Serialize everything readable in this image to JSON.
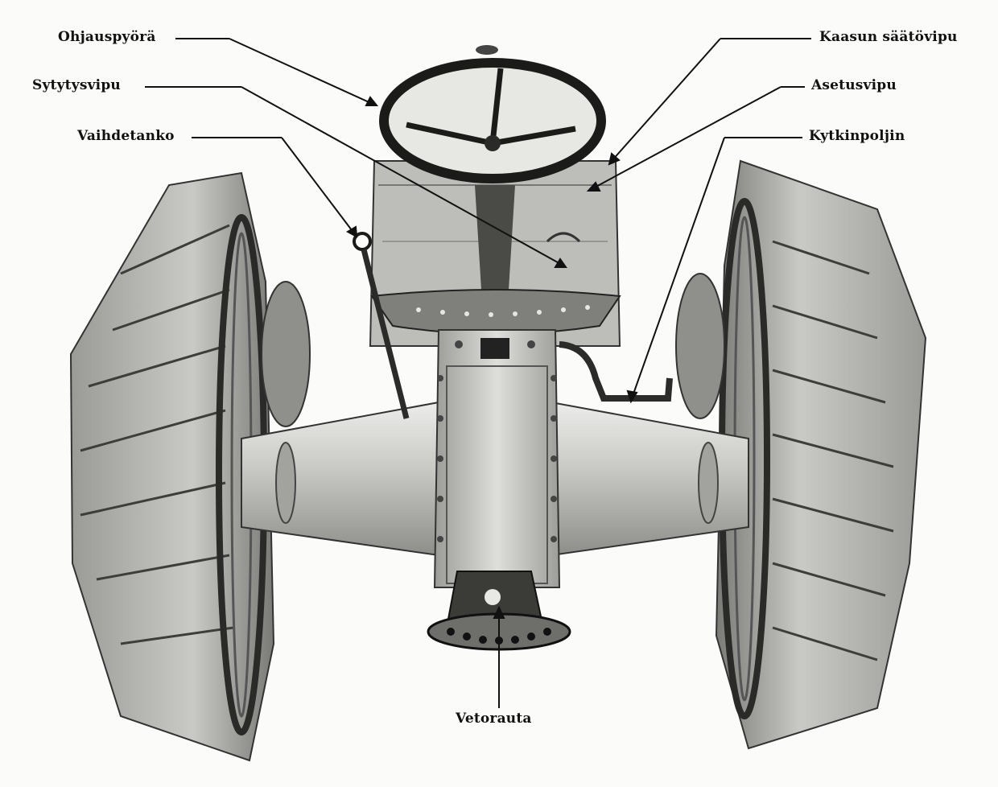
{
  "labels": {
    "ohjauspyora": "Ohjauspyörä",
    "sytytysvipu": "Sytytysvipu",
    "vaihdetanko": "Vaihdetanko",
    "kaasun_saatovipu": "Kaasun säätövipu",
    "asetusvipu": "Asetusvipu",
    "kytkinpoljin": "Kytkinpoljin",
    "vetorauta": "Vetorauta"
  },
  "colors": {
    "ink": "#111111",
    "metal_light": "#d9d9d6",
    "metal_mid": "#a9a9a6",
    "metal_dark": "#5f5f5c",
    "paper": "#fbfbf9"
  }
}
